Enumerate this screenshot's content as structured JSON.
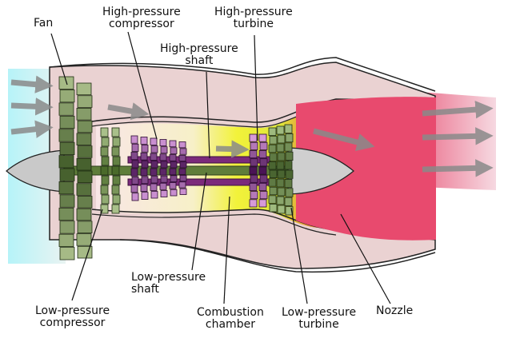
{
  "labels": {
    "fan": "Fan",
    "hp_compressor_1": "High-pressure",
    "hp_compressor_2": "compressor",
    "hp_turbine_1": "High-pressure",
    "hp_turbine_2": "turbine",
    "hp_shaft_1": "High-pressure",
    "hp_shaft_2": "shaft",
    "lp_shaft_1": "Low-pressure",
    "lp_shaft_2": "shaft",
    "combustion_1": "Combustion",
    "combustion_2": "chamber",
    "lp_compressor_1": "Low-pressure",
    "lp_compressor_2": "compressor",
    "lp_turbine_1": "Low-pressure",
    "lp_turbine_2": "turbine",
    "nozzle": "Nozzle"
  },
  "colors": {
    "intake_air": "#b8f2f7",
    "casing": "#ead2d2",
    "hot_exhaust": "#e8486c",
    "low_pressure_parts": "#5d7a3a",
    "high_pressure_parts": "#7b2a7b",
    "combustion": "#f2f23a",
    "spinner": "#c8c8c8",
    "arrows": "#8a8a8a"
  }
}
